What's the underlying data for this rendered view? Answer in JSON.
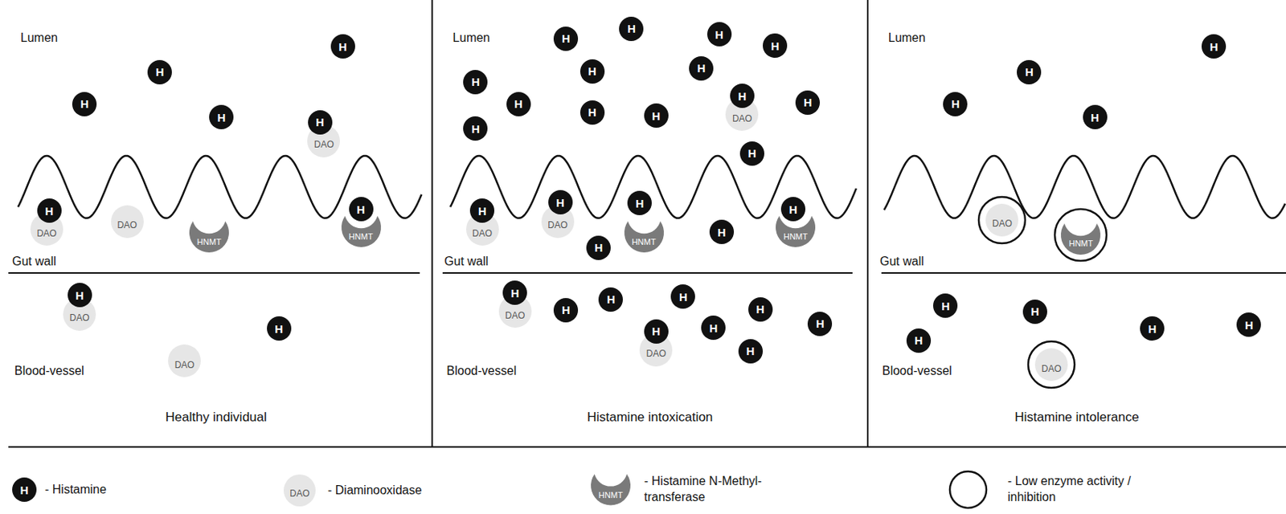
{
  "diagram": {
    "nodes": [
      {
        "text": [
          "Lumen",
          "Gut wall",
          "Blood-vessel",
          "Healthy individual"
        ]
      },
      {
        "text": [
          "H"
        ],
        "in": 0
      },
      {
        "text": [
          "H"
        ],
        "in": 0
      },
      {
        "text": [
          "H"
        ],
        "in": 0
      },
      {
        "text": [
          "H"
        ],
        "in": 0
      },
      {
        "text": [
          "DAO"
        ],
        "in": 0
      },
      {
        "text": [
          "H"
        ],
        "in": 0
      },
      {
        "text": [
          "DAO"
        ],
        "in": 0
      },
      {
        "text": [
          "H"
        ],
        "in": 0
      },
      {
        "text": [
          "DAO"
        ],
        "in": 0
      },
      {
        "text": [
          "HNMT"
        ],
        "in": 0
      },
      {
        "text": [
          "HNMT"
        ],
        "in": 0
      },
      {
        "text": [
          "H"
        ],
        "in": 0
      },
      {
        "text": [
          "DAO"
        ],
        "in": 0
      },
      {
        "text": [
          "H"
        ],
        "in": 0
      },
      {
        "text": [
          "H"
        ],
        "in": 0
      },
      {
        "text": [
          "DAO"
        ],
        "in": 0
      },
      {
        "text": [
          "Lumen",
          "Gut wall",
          "Blood-vessel",
          "Histamine intoxication"
        ]
      },
      {
        "text": [
          "H"
        ],
        "in": 17
      },
      {
        "text": [
          "H"
        ],
        "in": 17
      },
      {
        "text": [
          "H"
        ],
        "in": 17
      },
      {
        "text": [
          "H"
        ],
        "in": 17
      },
      {
        "text": [
          "H"
        ],
        "in": 17
      },
      {
        "text": [
          "H"
        ],
        "in": 17
      },
      {
        "text": [
          "H"
        ],
        "in": 17
      },
      {
        "text": [
          "H"
        ],
        "in": 17
      },
      {
        "text": [
          "H"
        ],
        "in": 17
      },
      {
        "text": [
          "H"
        ],
        "in": 17
      },
      {
        "text": [
          "H"
        ],
        "in": 17
      },
      {
        "text": [
          "DAO"
        ],
        "in": 17
      },
      {
        "text": [
          "H"
        ],
        "in": 17
      },
      {
        "text": [
          "H"
        ],
        "in": 17
      },
      {
        "text": [
          "H"
        ],
        "in": 17
      },
      {
        "text": [
          "DAO"
        ],
        "in": 17
      },
      {
        "text": [
          "H"
        ],
        "in": 17
      },
      {
        "text": [
          "DAO"
        ],
        "in": 17
      },
      {
        "text": [
          "H"
        ],
        "in": 17
      },
      {
        "text": [
          "HNMT"
        ],
        "in": 17
      },
      {
        "text": [
          "H"
        ],
        "in": 17
      },
      {
        "text": [
          "H"
        ],
        "in": 17
      },
      {
        "text": [
          "HNMT"
        ],
        "in": 17
      },
      {
        "text": [
          "H"
        ],
        "in": 17
      },
      {
        "text": [
          "H"
        ],
        "in": 17
      },
      {
        "text": [
          "DAO"
        ],
        "in": 17
      },
      {
        "text": [
          "H"
        ],
        "in": 17
      },
      {
        "text": [
          "H"
        ],
        "in": 17
      },
      {
        "text": [
          "H"
        ],
        "in": 17
      },
      {
        "text": [
          "H"
        ],
        "in": 17
      },
      {
        "text": [
          "H"
        ],
        "in": 17
      },
      {
        "text": [
          "H"
        ],
        "in": 17
      },
      {
        "text": [
          "H"
        ],
        "in": 17
      },
      {
        "text": [
          "DAO"
        ],
        "in": 17
      },
      {
        "text": [
          "H"
        ],
        "in": 17
      },
      {
        "text": [
          "H"
        ],
        "in": 17
      },
      {
        "text": [
          "Lumen",
          "Gut wall",
          "Blood-vessel",
          "Histamine intolerance"
        ]
      },
      {
        "text": [
          "H"
        ],
        "in": 54
      },
      {
        "text": [
          "H"
        ],
        "in": 54
      },
      {
        "text": [
          "H"
        ],
        "in": 54
      },
      {
        "text": [
          "H"
        ],
        "in": 54
      },
      {
        "text": [
          "DAO"
        ],
        "in": 54
      },
      {
        "text": [
          "HNMT"
        ],
        "in": 54
      },
      {
        "text": [
          "H"
        ],
        "in": 54
      },
      {
        "text": [
          "H"
        ],
        "in": 54
      },
      {
        "text": [
          "H"
        ],
        "in": 54
      },
      {
        "text": [
          "H"
        ],
        "in": 54
      },
      {
        "text": [
          "H"
        ],
        "in": 54
      },
      {
        "text": [
          "DAO"
        ],
        "in": 54
      }
    ],
    "labels": [
      "H",
      "DAO",
      "HNMT"
    ],
    "legend": [
      {
        "text": "- Histamine"
      },
      {
        "text": "- Diaminooxidase"
      },
      {
        "text": "- Histamine N-Methyl- transferase"
      },
      {
        "text": "- Low enzyme activity / inhibition"
      }
    ]
  }
}
